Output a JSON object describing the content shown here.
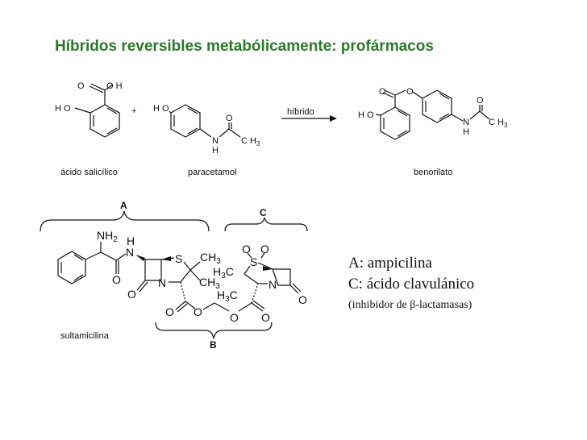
{
  "title": "Híbridos reversibles metabólicamente: profármacos",
  "reaction": {
    "plus": "+",
    "arrow_label": "híbrido",
    "names": {
      "salicylic": "ácido salicílico",
      "paracetamol": "paracetamol",
      "benorilate": "benorilato"
    }
  },
  "atoms": {
    "O": "O",
    "OH": "O H",
    "HO": "H O",
    "N": "N",
    "H": "H",
    "CH3": "C H",
    "sub3": "3",
    "S": "S",
    "NH2": "NH",
    "sub2": "2",
    "CH3b": "CH",
    "H3C": "H",
    "C": "C"
  },
  "sultamicilina": {
    "name": "sultamicilina",
    "brace_A": "A",
    "brace_B": "B",
    "brace_C": "C"
  },
  "legend": {
    "line1": "A: ampicilina",
    "line2": "C: ácido clavulánico",
    "line3": "(inhibidor de β-lactamasas)"
  },
  "colors": {
    "title": "#2a7a2a",
    "ink": "#111111"
  }
}
